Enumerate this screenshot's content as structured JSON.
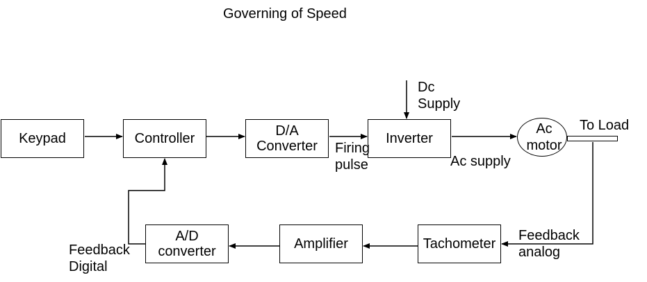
{
  "title": "Governing of Speed",
  "blocks": {
    "keypad": "Keypad",
    "controller": "Controller",
    "da_converter": "D/A\nConverter",
    "inverter": "Inverter",
    "motor": "Ac\nmotor",
    "ad_converter": "A/D\nconverter",
    "amplifier": "Amplifier",
    "tachometer": "Tachometer"
  },
  "labels": {
    "dc_supply": "Dc\nSupply",
    "firing_pulse": "Firing\npulse",
    "ac_supply": "Ac supply",
    "to_load": "To Load",
    "feedback_analog": "Feedback\nanalog",
    "feedback_digital": "Feedback\nDigital"
  }
}
